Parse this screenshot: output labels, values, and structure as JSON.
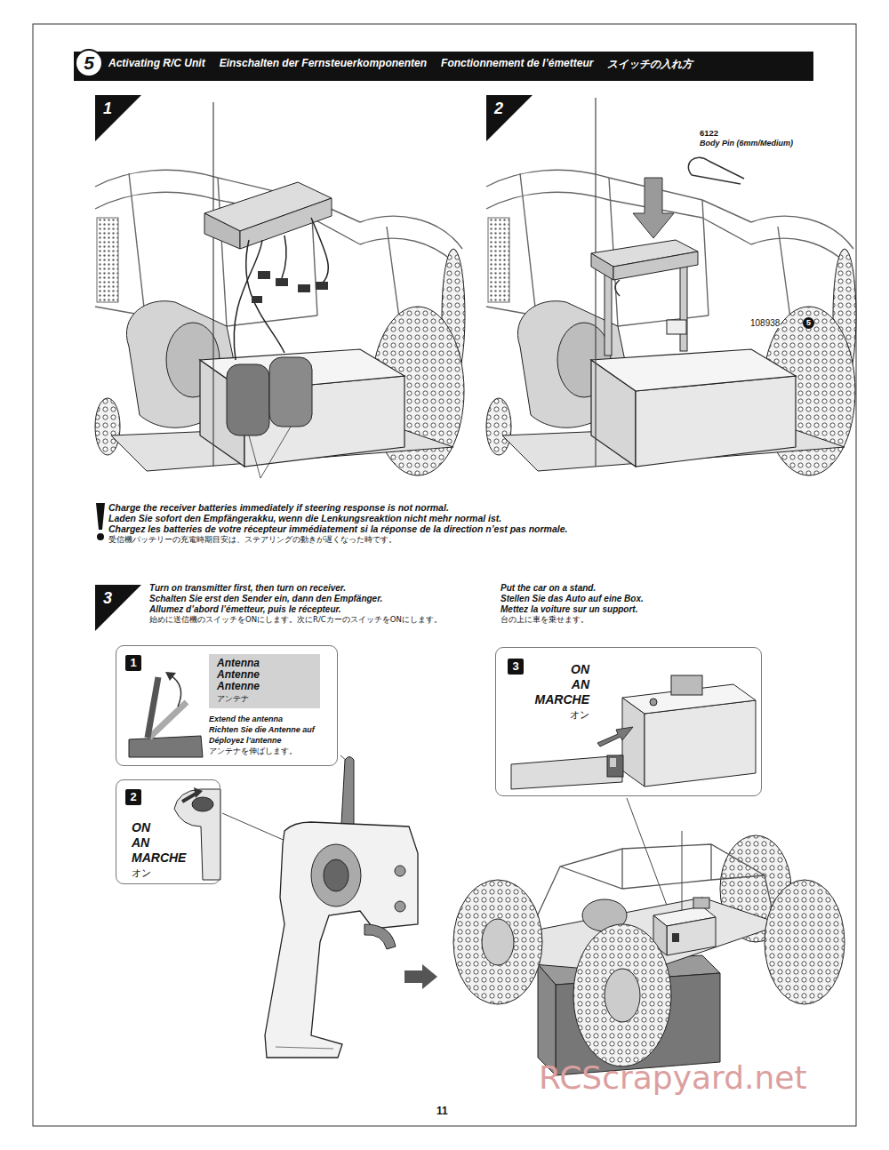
{
  "diagram": {
    "nodes": [
      {
        "text": [
          "5",
          "Activating R/C Unit",
          "Einschalten der Fernsteuerkomponenten",
          "Fonctionnement de l’émetteur",
          "スイッチの入れ方"
        ]
      },
      {
        "text": [
          "1"
        ]
      },
      {
        "text": [
          "2"
        ]
      },
      {
        "text": [
          "3"
        ]
      },
      {
        "text": [
          "1",
          "Extend the antenna",
          "Richten Sie die Antenne auf",
          "Déployez l’antenne",
          "アンテナを伸ばします。"
        ]
      },
      {
        "text": [
          "Antenna",
          "Antenne",
          "Antenne",
          "アンテナ"
        ],
        "in": 4
      },
      {
        "text": [
          "2",
          "ON",
          "AN",
          "MARCHE",
          "オン"
        ]
      },
      {
        "text": [
          "3",
          "ON",
          "AN",
          "MARCHE",
          "オン"
        ]
      }
    ],
    "labels": [
      "6122",
      "Body Pin (6mm/Medium)",
      "108938",
      "5",
      "Charge the receiver batteries immediately if steering response is not normal.",
      "Laden Sie sofort den Empfängerakku, wenn die Lenkungsreaktion nicht mehr normal ist.",
      "Chargez les batteries de votre récepteur immédiatement si la réponse de la direction n’est pas normale.",
      "受信機バッテリーの充電時期目安は、ステアリングの動きが遅くなった時です。",
      "Turn on transmitter first, then turn on receiver.",
      "Schalten Sie erst den Sender ein, dann den Empfänger.",
      "Allumez d’abord l’émetteur, puis le récepteur.",
      "始めに送信機のスイッチをONにします。次にR/CカーのスイッチをONにします。",
      "Put the car on a stand.",
      "Stellen Sie das Auto auf eine Box.",
      "Mettez la voiture sur un support.",
      "台の上に車を乗せます。",
      "11",
      "RCScrapyard.net"
    ]
  }
}
